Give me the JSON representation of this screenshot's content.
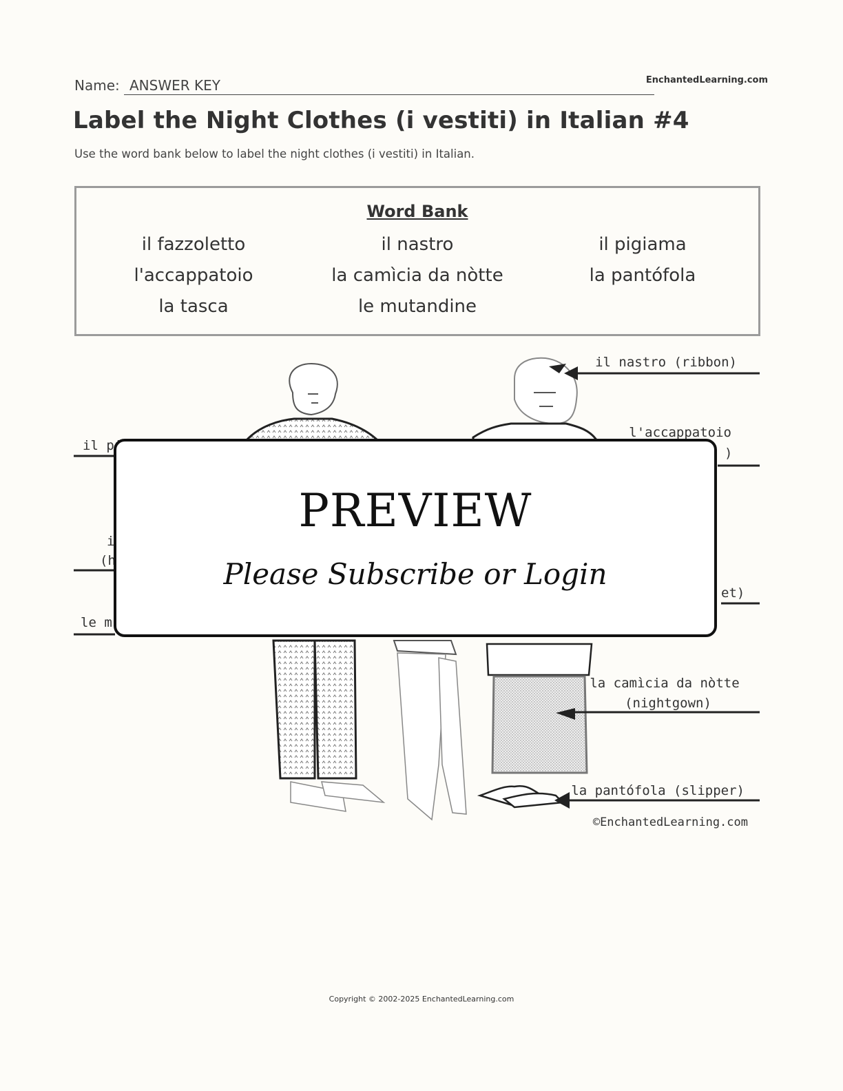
{
  "header": {
    "name_label": "Name:",
    "name_value": "ANSWER KEY",
    "brand": "EnchantedLearning.com"
  },
  "title": "Label the Night Clothes (i vestiti) in Italian #4",
  "instructions": "Use the word bank below to label the night clothes (i vestiti) in Italian.",
  "word_bank": {
    "title": "Word Bank",
    "columns": [
      [
        "il fazzoletto",
        "l'accappatoio",
        "la tasca"
      ],
      [
        "il nastro",
        "la camìcia da nòtte",
        "le mutandine"
      ],
      [
        "il pigiama",
        "la pantófola"
      ]
    ]
  },
  "diagram": {
    "labels": {
      "ribbon": "il nastro (ribbon)",
      "robe_1": "l'accappatoio",
      "robe_2": ")",
      "pajamas": "il pig",
      "handkerchief_1": "il",
      "handkerchief_2": "(h",
      "pocket": "et)",
      "underpants": "le m",
      "nightgown_1": "la camìcia da nòtte",
      "nightgown_2": "(nightgown)",
      "slipper": "la pantófola (slipper)"
    },
    "credit": "©EnchantedLearning.com"
  },
  "preview": {
    "title": "PREVIEW",
    "subtitle": "Please Subscribe or Login"
  },
  "footer": "Copyright © 2002-2025 EnchantedLearning.com"
}
